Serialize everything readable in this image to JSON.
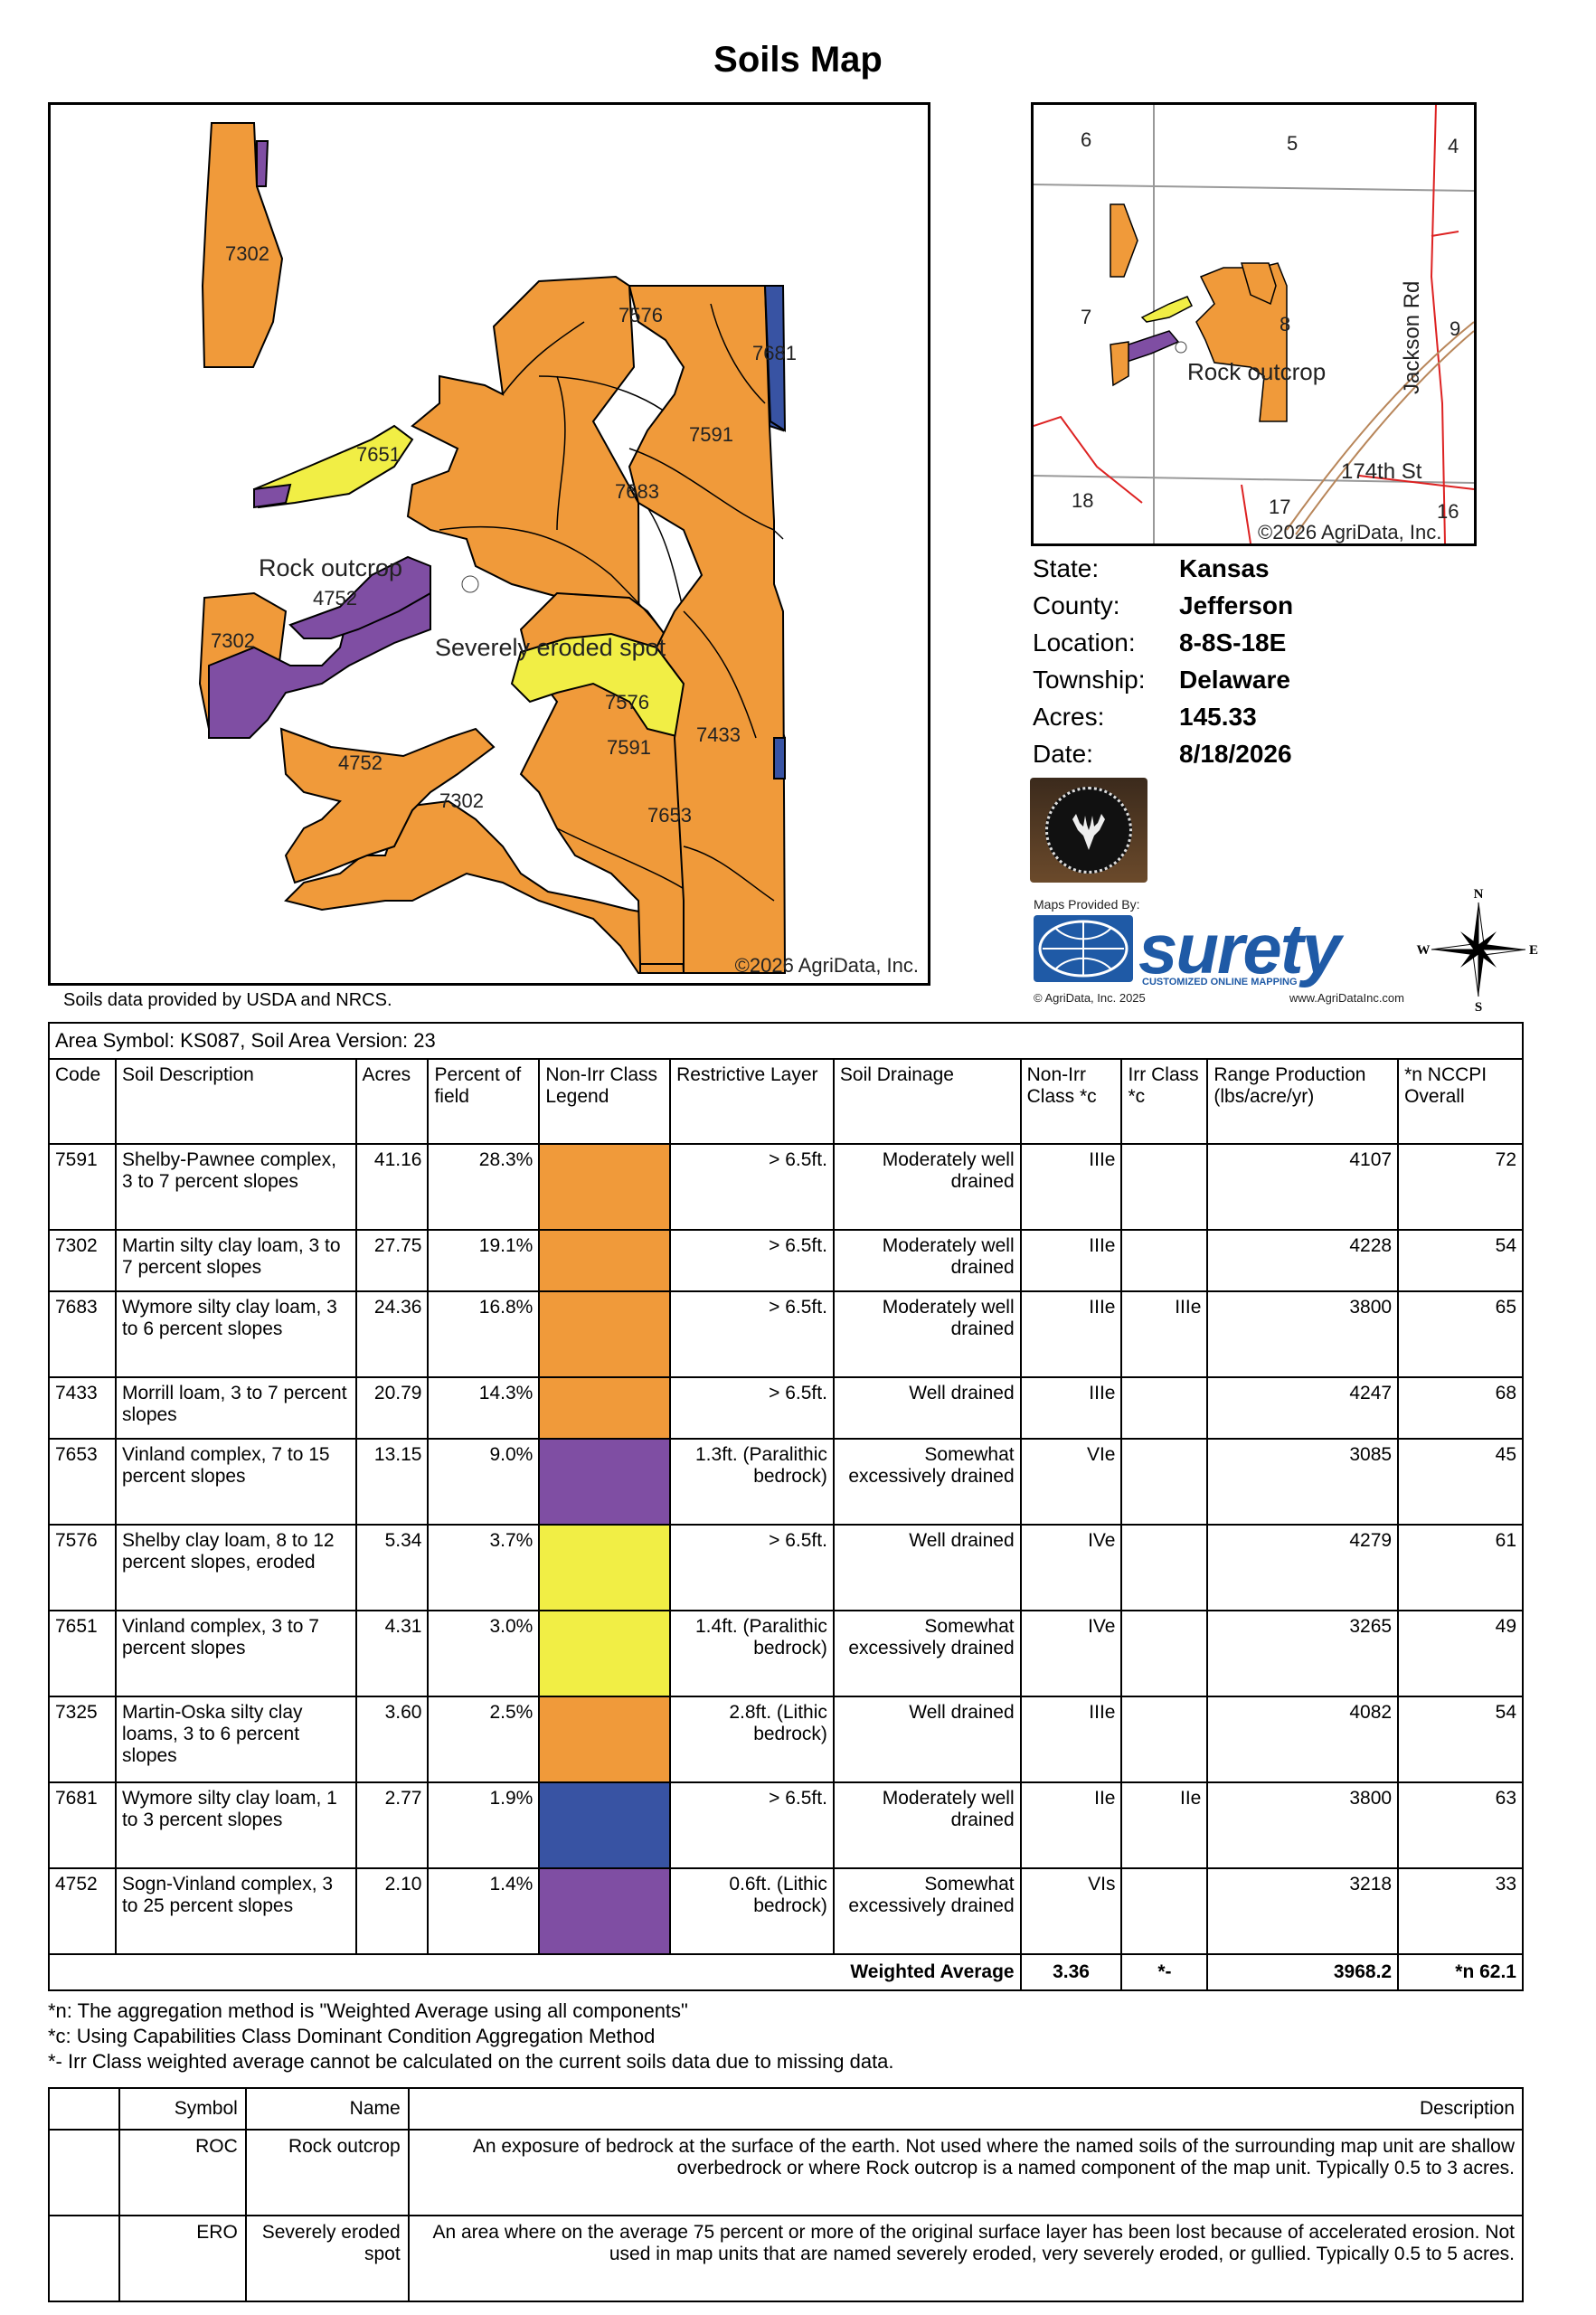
{
  "title": "Soils Map",
  "main_map": {
    "copyright": "©2026 AgriData, Inc.",
    "labels": {
      "l7302a": "7302",
      "l7576a": "7576",
      "l7681": "7681",
      "l7651": "7651",
      "l7591a": "7591",
      "l7683": "7683",
      "rock": "Rock outcrop",
      "l4752a": "4752",
      "l7302b": "7302",
      "eroded": "Severely eroded spot",
      "l7576b": "7576",
      "l7433": "7433",
      "l7591b": "7591",
      "l4752b": "4752",
      "l7302c": "7302",
      "l7653": "7653"
    },
    "colors": {
      "orange": "#f09a3a",
      "purple": "#7f4ea3",
      "yellow": "#f1ee45",
      "blue": "#3853a3"
    }
  },
  "inset_map": {
    "labels": {
      "s6": "6",
      "s5": "5",
      "s4": "4",
      "s7": "7",
      "s8": "8",
      "s9": "9",
      "s18": "18",
      "s17": "17",
      "s16": "16",
      "rock": "Rock outcrop",
      "road1": "Jackson Rd",
      "road2": "174th St",
      "copyright": "©2026 AgriData, Inc."
    }
  },
  "farm_info": [
    {
      "label": "State:",
      "value": "Kansas"
    },
    {
      "label": "County:",
      "value": "Jefferson"
    },
    {
      "label": "Location:",
      "value": "8-8S-18E"
    },
    {
      "label": "Township:",
      "value": "Delaware"
    },
    {
      "label": "Acres:",
      "value": "145.33"
    },
    {
      "label": "Date:",
      "value": "8/18/2026"
    }
  ],
  "provider": {
    "title": "Maps Provided By:",
    "brand": "surety",
    "tagline": "CUSTOMIZED ONLINE MAPPING",
    "copyright": "© AgriData, Inc. 2025",
    "url": "www.AgriDataInc.com"
  },
  "compass": {
    "n": "N",
    "s": "S",
    "e": "E",
    "w": "W"
  },
  "soils_provided": "Soils data provided by USDA and NRCS.",
  "soil_table": {
    "area_symbol": "Area Symbol: KS087, Soil Area Version: 23",
    "headers": [
      "Code",
      "Soil Description",
      "Acres",
      "Percent of field",
      "Non-Irr Class Legend",
      "Restrictive Layer",
      "Soil Drainage",
      "Non-Irr Class *c",
      "Irr Class *c",
      "Range Production (lbs/acre/yr)",
      "*n NCCPI Overall"
    ],
    "rows": [
      {
        "code": "7591",
        "desc": "Shelby-Pawnee complex, 3 to 7 percent slopes",
        "acres": "41.16",
        "pct": "28.3%",
        "color": "#f09a3a",
        "restrictive": "> 6.5ft.",
        "drainage": "Moderately well drained",
        "nonirr": "IIIe",
        "irr": "",
        "range": "4107",
        "nccpi": "72"
      },
      {
        "code": "7302",
        "desc": "Martin silty clay loam, 3 to 7 percent slopes",
        "acres": "27.75",
        "pct": "19.1%",
        "color": "#f09a3a",
        "restrictive": "> 6.5ft.",
        "drainage": "Moderately well drained",
        "nonirr": "IIIe",
        "irr": "",
        "range": "4228",
        "nccpi": "54"
      },
      {
        "code": "7683",
        "desc": "Wymore silty clay loam, 3 to 6 percent slopes",
        "acres": "24.36",
        "pct": "16.8%",
        "color": "#f09a3a",
        "restrictive": "> 6.5ft.",
        "drainage": "Moderately well drained",
        "nonirr": "IIIe",
        "irr": "IIIe",
        "range": "3800",
        "nccpi": "65"
      },
      {
        "code": "7433",
        "desc": "Morrill loam, 3 to 7 percent slopes",
        "acres": "20.79",
        "pct": "14.3%",
        "color": "#f09a3a",
        "restrictive": "> 6.5ft.",
        "drainage": "Well drained",
        "nonirr": "IIIe",
        "irr": "",
        "range": "4247",
        "nccpi": "68"
      },
      {
        "code": "7653",
        "desc": "Vinland complex, 7 to 15 percent slopes",
        "acres": "13.15",
        "pct": "9.0%",
        "color": "#7f4ea3",
        "restrictive": "1.3ft. (Paralithic bedrock)",
        "drainage": "Somewhat excessively drained",
        "nonirr": "VIe",
        "irr": "",
        "range": "3085",
        "nccpi": "45"
      },
      {
        "code": "7576",
        "desc": "Shelby clay loam, 8 to 12 percent slopes, eroded",
        "acres": "5.34",
        "pct": "3.7%",
        "color": "#f1ee45",
        "restrictive": "> 6.5ft.",
        "drainage": "Well drained",
        "nonirr": "IVe",
        "irr": "",
        "range": "4279",
        "nccpi": "61"
      },
      {
        "code": "7651",
        "desc": "Vinland complex, 3 to 7 percent slopes",
        "acres": "4.31",
        "pct": "3.0%",
        "color": "#f1ee45",
        "restrictive": "1.4ft. (Paralithic bedrock)",
        "drainage": "Somewhat excessively drained",
        "nonirr": "IVe",
        "irr": "",
        "range": "3265",
        "nccpi": "49"
      },
      {
        "code": "7325",
        "desc": "Martin-Oska silty clay loams, 3 to 6 percent slopes",
        "acres": "3.60",
        "pct": "2.5%",
        "color": "#f09a3a",
        "restrictive": "2.8ft. (Lithic bedrock)",
        "drainage": "Well drained",
        "nonirr": "IIIe",
        "irr": "",
        "range": "4082",
        "nccpi": "54"
      },
      {
        "code": "7681",
        "desc": "Wymore silty clay loam, 1 to 3 percent slopes",
        "acres": "2.77",
        "pct": "1.9%",
        "color": "#3853a3",
        "restrictive": "> 6.5ft.",
        "drainage": "Moderately well drained",
        "nonirr": "IIe",
        "irr": "IIe",
        "range": "3800",
        "nccpi": "63"
      },
      {
        "code": "4752",
        "desc": "Sogn-Vinland complex, 3 to 25 percent slopes",
        "acres": "2.10",
        "pct": "1.4%",
        "color": "#7f4ea3",
        "restrictive": "0.6ft. (Lithic bedrock)",
        "drainage": "Somewhat excessively drained",
        "nonirr": "VIs",
        "irr": "",
        "range": "3218",
        "nccpi": "33"
      }
    ],
    "weighted": {
      "label": "Weighted Average",
      "nonirr": "3.36",
      "irr": "*-",
      "range": "3968.2",
      "nccpi": "*n 62.1"
    }
  },
  "footnotes": [
    "*n: The aggregation method is \"Weighted Average using all components\"",
    "*c: Using Capabilities Class Dominant Condition Aggregation Method",
    "*- Irr Class weighted average cannot be calculated on the current soils data due to missing data."
  ],
  "legend_table": {
    "headers": [
      "",
      "Symbol",
      "Name",
      "Description"
    ],
    "rows": [
      {
        "symbol": "ROC",
        "name": "Rock outcrop",
        "desc": "An exposure of bedrock at the surface of the earth. Not used where the named soils of the surrounding map unit are shallow overbedrock or where Rock outcrop is a named component of the map unit. Typically 0.5 to 3 acres."
      },
      {
        "symbol": "ERO",
        "name": "Severely eroded spot",
        "desc": "An area where on the average 75 percent or more of the original surface layer has been lost because of accelerated erosion. Not used in map units that are named severely eroded, very severely eroded, or gullied. Typically 0.5 to 5 acres."
      }
    ]
  }
}
